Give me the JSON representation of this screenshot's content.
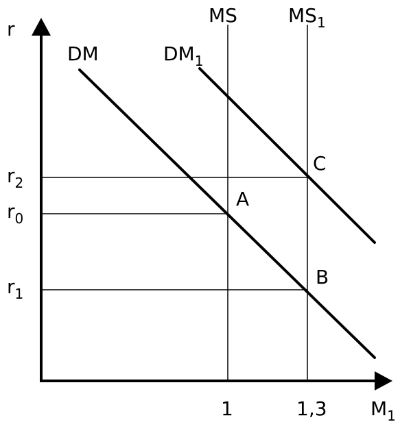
{
  "axes": {
    "y_label": "r",
    "x_label_base": "M",
    "x_label_sub": "1"
  },
  "curves": {
    "ms": "MS",
    "ms1_base": "MS",
    "ms1_sub": "1",
    "dm": "DM",
    "dm1_base": "DM",
    "dm1_sub": "1"
  },
  "y_ticks": {
    "r2_base": "r",
    "r2_sub": "2",
    "r0_base": "r",
    "r0_sub": "0",
    "r1_base": "r",
    "r1_sub": "1"
  },
  "x_ticks": {
    "one": "1",
    "one_three": "1,3"
  },
  "points": {
    "a": "A",
    "b": "B",
    "c": "C"
  }
}
